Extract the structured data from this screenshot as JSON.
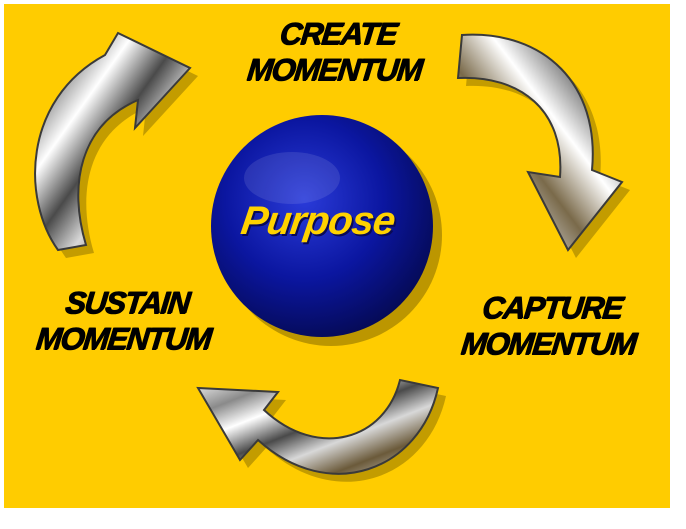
{
  "diagram": {
    "title": "",
    "center": {
      "label": "Purpose"
    },
    "stages": [
      {
        "line1": "CREATE",
        "line2": "MOMENTUM"
      },
      {
        "line1": "CAPTURE",
        "line2": "MOMENTUM"
      },
      {
        "line1": "SUSTAIN",
        "line2": "MOMENTUM"
      }
    ],
    "cycle_order": [
      "CREATE MOMENTUM",
      "CAPTURE MOMENTUM",
      "SUSTAIN MOMENTUM"
    ],
    "colors": {
      "background": "#FFCC00",
      "circle": "#0B16A0",
      "center_text": "#FFD200",
      "label_text": "#000000",
      "arrow": "chrome"
    },
    "icons": [
      "curved-arrow-icon",
      "curved-arrow-icon",
      "curved-arrow-icon"
    ]
  }
}
